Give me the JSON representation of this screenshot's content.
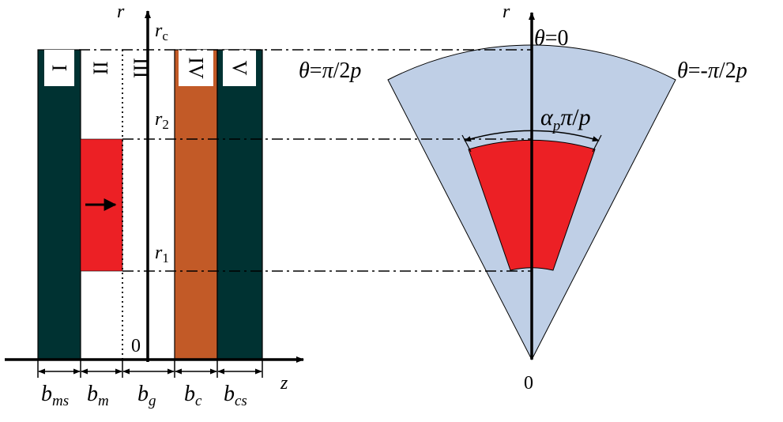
{
  "colors": {
    "stator_core": "#003232",
    "magnet": "#ec2025",
    "coil": "#c25a27",
    "sector_fill": "#bfcfe6",
    "ink": "#000000"
  },
  "left": {
    "axis_r": "r",
    "axis_z": "z",
    "origin": "0",
    "radius_labels": {
      "rc": {
        "base": "r",
        "sub": "c"
      },
      "r2": {
        "base": "r",
        "sub": "2"
      },
      "r1": {
        "base": "r",
        "sub": "1"
      }
    },
    "regions": [
      "I",
      "II",
      "III",
      "IV",
      "V"
    ],
    "widths": [
      {
        "base": "b",
        "sub": "ms"
      },
      {
        "base": "b",
        "sub": "m"
      },
      {
        "base": "b",
        "sub": "g"
      },
      {
        "base": "b",
        "sub": "c"
      },
      {
        "base": "b",
        "sub": "cs"
      }
    ]
  },
  "right": {
    "axis_r": "r",
    "origin": "0",
    "theta_zero": {
      "sym": "θ",
      "rest": "=0"
    },
    "theta_left": {
      "sym": "θ",
      "eq": "=",
      "pi": "π",
      "den": "/2",
      "p": "p"
    },
    "theta_right": {
      "sym": "θ",
      "eq": "=-",
      "pi": "π",
      "den": "/2",
      "p": "p"
    },
    "arc_label": {
      "alpha": "α",
      "sub": "p",
      "pi": "π",
      "slash": "/",
      "p": "p"
    }
  }
}
